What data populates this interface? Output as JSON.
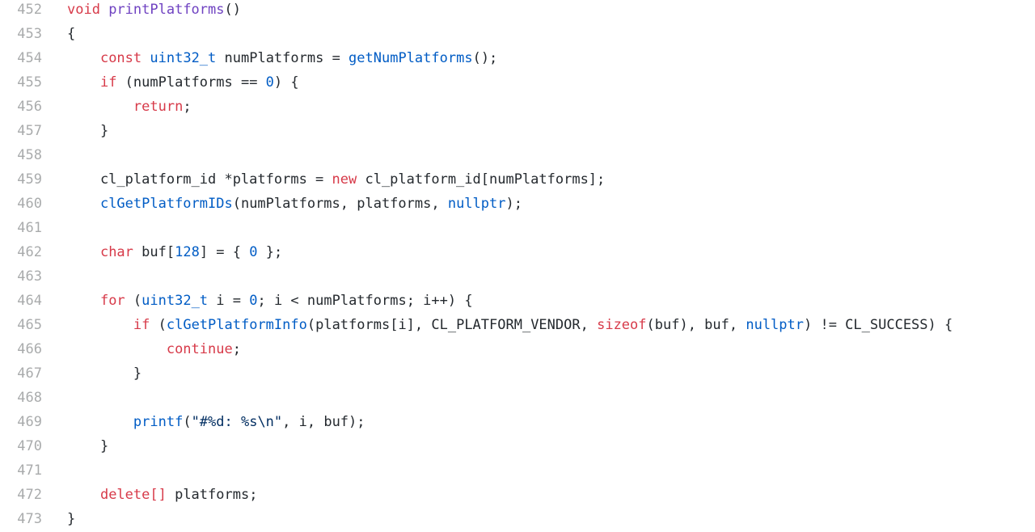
{
  "colors": {
    "background": "#ffffff",
    "line_number": "#a3a5a8",
    "plain": "#24292e",
    "keyword": "#d73a49",
    "entity": "#6f42c1",
    "constant": "#005cc5",
    "string": "#032f62"
  },
  "lines": [
    {
      "number": "452",
      "tokens": [
        {
          "t": "void",
          "k": "keyword"
        },
        {
          "t": " ",
          "k": "plain"
        },
        {
          "t": "printPlatforms",
          "k": "entity"
        },
        {
          "t": "()",
          "k": "plain"
        }
      ]
    },
    {
      "number": "453",
      "tokens": [
        {
          "t": "{",
          "k": "plain"
        }
      ]
    },
    {
      "number": "454",
      "tokens": [
        {
          "t": "    ",
          "k": "plain"
        },
        {
          "t": "const",
          "k": "keyword"
        },
        {
          "t": " ",
          "k": "plain"
        },
        {
          "t": "uint32_t",
          "k": "constant"
        },
        {
          "t": " numPlatforms = ",
          "k": "plain"
        },
        {
          "t": "getNumPlatforms",
          "k": "constant"
        },
        {
          "t": "();",
          "k": "plain"
        }
      ]
    },
    {
      "number": "455",
      "tokens": [
        {
          "t": "    ",
          "k": "plain"
        },
        {
          "t": "if",
          "k": "keyword"
        },
        {
          "t": " (numPlatforms == ",
          "k": "plain"
        },
        {
          "t": "0",
          "k": "constant"
        },
        {
          "t": ") {",
          "k": "plain"
        }
      ]
    },
    {
      "number": "456",
      "tokens": [
        {
          "t": "        ",
          "k": "plain"
        },
        {
          "t": "return",
          "k": "keyword"
        },
        {
          "t": ";",
          "k": "plain"
        }
      ]
    },
    {
      "number": "457",
      "tokens": [
        {
          "t": "    }",
          "k": "plain"
        }
      ]
    },
    {
      "number": "458",
      "tokens": []
    },
    {
      "number": "459",
      "tokens": [
        {
          "t": "    cl_platform_id *platforms = ",
          "k": "plain"
        },
        {
          "t": "new",
          "k": "keyword"
        },
        {
          "t": " cl_platform_id[numPlatforms];",
          "k": "plain"
        }
      ]
    },
    {
      "number": "460",
      "tokens": [
        {
          "t": "    ",
          "k": "plain"
        },
        {
          "t": "clGetPlatformIDs",
          "k": "constant"
        },
        {
          "t": "(numPlatforms, platforms, ",
          "k": "plain"
        },
        {
          "t": "nullptr",
          "k": "constant"
        },
        {
          "t": ");",
          "k": "plain"
        }
      ]
    },
    {
      "number": "461",
      "tokens": []
    },
    {
      "number": "462",
      "tokens": [
        {
          "t": "    ",
          "k": "plain"
        },
        {
          "t": "char",
          "k": "keyword"
        },
        {
          "t": " buf[",
          "k": "plain"
        },
        {
          "t": "128",
          "k": "constant"
        },
        {
          "t": "] = { ",
          "k": "plain"
        },
        {
          "t": "0",
          "k": "constant"
        },
        {
          "t": " };",
          "k": "plain"
        }
      ]
    },
    {
      "number": "463",
      "tokens": []
    },
    {
      "number": "464",
      "tokens": [
        {
          "t": "    ",
          "k": "plain"
        },
        {
          "t": "for",
          "k": "keyword"
        },
        {
          "t": " (",
          "k": "plain"
        },
        {
          "t": "uint32_t",
          "k": "constant"
        },
        {
          "t": " i = ",
          "k": "plain"
        },
        {
          "t": "0",
          "k": "constant"
        },
        {
          "t": "; i < numPlatforms; i++) {",
          "k": "plain"
        }
      ]
    },
    {
      "number": "465",
      "tokens": [
        {
          "t": "        ",
          "k": "plain"
        },
        {
          "t": "if",
          "k": "keyword"
        },
        {
          "t": " (",
          "k": "plain"
        },
        {
          "t": "clGetPlatformInfo",
          "k": "constant"
        },
        {
          "t": "(platforms[i], CL_PLATFORM_VENDOR, ",
          "k": "plain"
        },
        {
          "t": "sizeof",
          "k": "keyword"
        },
        {
          "t": "(buf), buf, ",
          "k": "plain"
        },
        {
          "t": "nullptr",
          "k": "constant"
        },
        {
          "t": ") != CL_SUCCESS) {",
          "k": "plain"
        }
      ]
    },
    {
      "number": "466",
      "tokens": [
        {
          "t": "            ",
          "k": "plain"
        },
        {
          "t": "continue",
          "k": "keyword"
        },
        {
          "t": ";",
          "k": "plain"
        }
      ]
    },
    {
      "number": "467",
      "tokens": [
        {
          "t": "        }",
          "k": "plain"
        }
      ]
    },
    {
      "number": "468",
      "tokens": []
    },
    {
      "number": "469",
      "tokens": [
        {
          "t": "        ",
          "k": "plain"
        },
        {
          "t": "printf",
          "k": "constant"
        },
        {
          "t": "(",
          "k": "plain"
        },
        {
          "t": "\"#%d: %s\\n\"",
          "k": "string"
        },
        {
          "t": ", i, buf);",
          "k": "plain"
        }
      ]
    },
    {
      "number": "470",
      "tokens": [
        {
          "t": "    }",
          "k": "plain"
        }
      ]
    },
    {
      "number": "471",
      "tokens": []
    },
    {
      "number": "472",
      "tokens": [
        {
          "t": "    ",
          "k": "plain"
        },
        {
          "t": "delete[]",
          "k": "keyword"
        },
        {
          "t": " platforms;",
          "k": "plain"
        }
      ]
    },
    {
      "number": "473",
      "tokens": [
        {
          "t": "}",
          "k": "plain"
        }
      ]
    }
  ]
}
